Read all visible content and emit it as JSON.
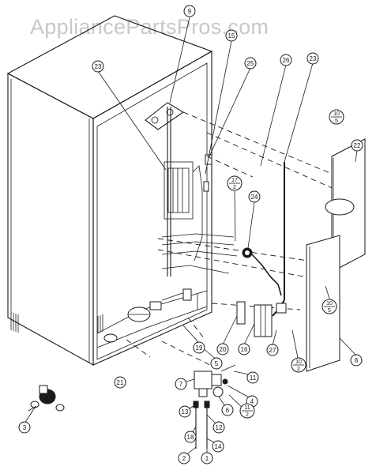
{
  "watermark": "AppliancePartsPros.com",
  "callouts": {
    "c9": "9",
    "c15": "15",
    "c23a": "23",
    "c25": "25",
    "c26": "26",
    "c23b": "23",
    "c10a_top": "10",
    "c10a_bot": "5",
    "c22": "22",
    "c17_top": "17",
    "c17_bot": "2",
    "c24": "24",
    "c10b_top": "10",
    "c10b_bot": "5",
    "c19": "19",
    "c20": "20",
    "c16": "16",
    "c27": "27",
    "c10c_top": "10",
    "c10c_bot": "2",
    "c8": "8",
    "c5": "5",
    "c11": "11",
    "c21": "21",
    "c7": "7",
    "c4": "4",
    "c11b_top": "11",
    "c11b_bot": "2",
    "c6": "6",
    "c13": "13",
    "c12": "12",
    "c18": "18",
    "c14": "14",
    "c2": "2",
    "c1": "1",
    "c3": "3"
  }
}
